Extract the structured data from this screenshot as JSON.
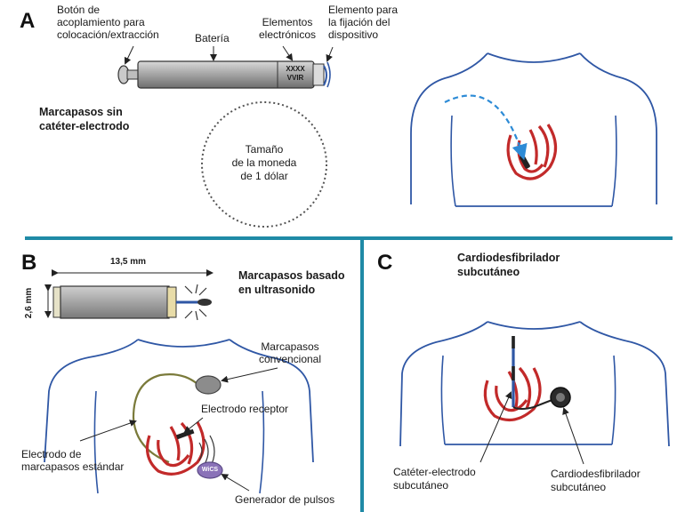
{
  "colors": {
    "divider": "#1f8aa6",
    "outline": "#2f57a5",
    "heart": "#c22a2a",
    "lead": "#7a7a3a",
    "arrowDash": "#2d8bd6"
  },
  "panelA": {
    "letter": "A",
    "label_button": [
      "Botón de",
      "acoplamiento para",
      "colocación/extracción"
    ],
    "label_battery": "Batería",
    "label_electronics": [
      "Elementos",
      "electrónicos"
    ],
    "label_fixation": [
      "Elemento para",
      "la fijación del",
      "dispositivo"
    ],
    "device_code": [
      "XXXX",
      "VVIR"
    ],
    "title": [
      "Marcapasos sin",
      "catéter-electrodo"
    ],
    "coin_text": [
      "Tamaño",
      "de la moneda",
      "de 1 dólar"
    ]
  },
  "panelB": {
    "letter": "B",
    "dim_length": "13,5 mm",
    "dim_height": "2,6 mm",
    "title": [
      "Marcapasos basado",
      "en ultrasonido"
    ],
    "label_conventional": [
      "Marcapasos",
      "convencional"
    ],
    "label_receiver": "Electrodo receptor",
    "label_standard": [
      "Electrodo de",
      "marcapasos estándar"
    ],
    "label_generator": "Generador de pulsos",
    "generator_badge": "WiCS"
  },
  "panelC": {
    "letter": "C",
    "title": [
      "Cardiodesfibrilador",
      "subcutáneo"
    ],
    "label_catheter": [
      "Catéter-electrodo",
      "subcutáneo"
    ],
    "label_icd": [
      "Cardiodesfibrilador",
      "subcutáneo"
    ]
  }
}
